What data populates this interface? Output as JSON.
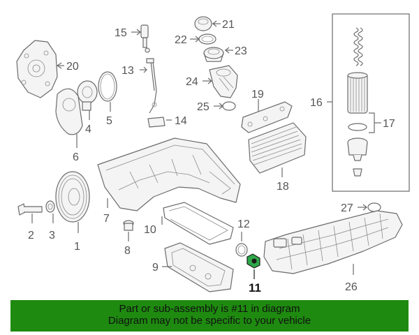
{
  "labels": {
    "l1": "1",
    "l2": "2",
    "l3": "3",
    "l4": "4",
    "l5": "5",
    "l6": "6",
    "l7": "7",
    "l8": "8",
    "l9": "9",
    "l10": "10",
    "l11": "11",
    "l12": "12",
    "l13": "13",
    "l14": "14",
    "l15": "15",
    "l16": "16",
    "l17": "17",
    "l18": "18",
    "l19": "19",
    "l20": "20",
    "l21": "21",
    "l22": "22",
    "l23": "23",
    "l24": "24",
    "l25": "25",
    "l26": "26",
    "l27": "27"
  },
  "highlight": {
    "part": "11",
    "color": "#2fa84a"
  },
  "footer": {
    "line1": "Part or sub-assembly is #11 in diagram",
    "line2": "Diagram may not be specific to your vehicle",
    "background": "#1e8a10"
  }
}
